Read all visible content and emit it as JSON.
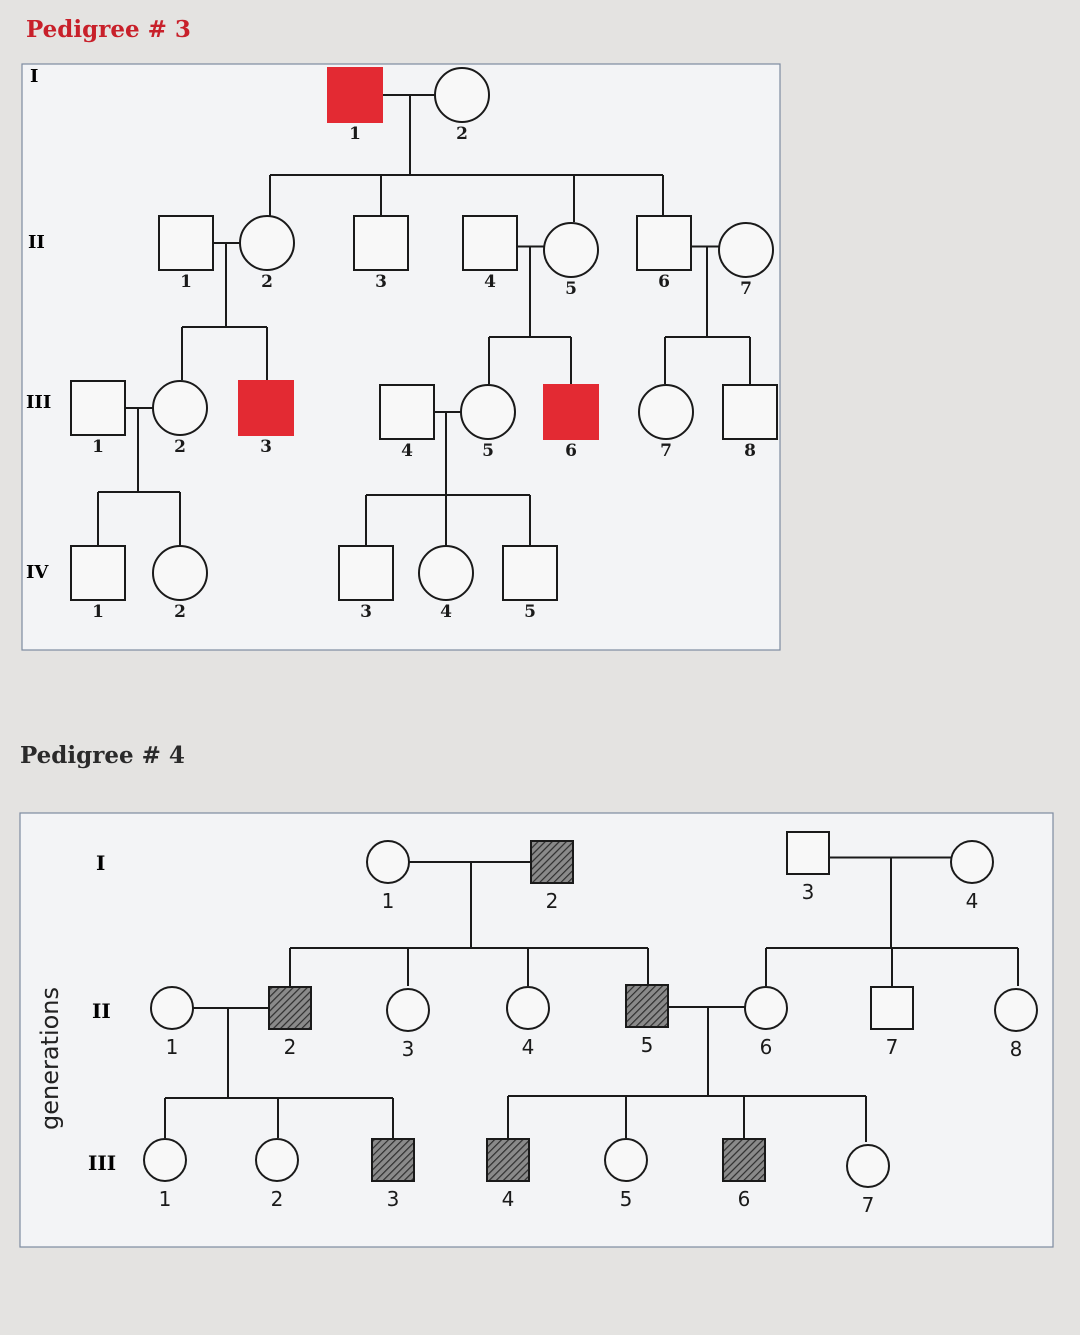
{
  "titles": {
    "pedigree3": "Pedigree # 3",
    "pedigree4": "Pedigree # 4"
  },
  "colors": {
    "affected3": "#e32a33",
    "affected4": "#5a5a5a",
    "line": "#1a1a1a",
    "title3": "#c8202a"
  },
  "pedigree3": {
    "generations": [
      "I",
      "II",
      "III",
      "IV"
    ],
    "individuals": [
      {
        "id": "I-1",
        "gen": "I",
        "num": "1",
        "sex": "male",
        "affected": true
      },
      {
        "id": "I-2",
        "gen": "I",
        "num": "2",
        "sex": "female",
        "affected": false
      },
      {
        "id": "II-1",
        "gen": "II",
        "num": "1",
        "sex": "male",
        "affected": false
      },
      {
        "id": "II-2",
        "gen": "II",
        "num": "2",
        "sex": "female",
        "affected": false
      },
      {
        "id": "II-3",
        "gen": "II",
        "num": "3",
        "sex": "male",
        "affected": false
      },
      {
        "id": "II-4",
        "gen": "II",
        "num": "4",
        "sex": "male",
        "affected": false
      },
      {
        "id": "II-5",
        "gen": "II",
        "num": "5",
        "sex": "female",
        "affected": false
      },
      {
        "id": "II-6",
        "gen": "II",
        "num": "6",
        "sex": "male",
        "affected": false
      },
      {
        "id": "II-7",
        "gen": "II",
        "num": "7",
        "sex": "female",
        "affected": false
      },
      {
        "id": "III-1",
        "gen": "III",
        "num": "1",
        "sex": "male",
        "affected": false
      },
      {
        "id": "III-2",
        "gen": "III",
        "num": "2",
        "sex": "female",
        "affected": false
      },
      {
        "id": "III-3",
        "gen": "III",
        "num": "3",
        "sex": "male",
        "affected": true
      },
      {
        "id": "III-4",
        "gen": "III",
        "num": "4",
        "sex": "male",
        "affected": false
      },
      {
        "id": "III-5",
        "gen": "III",
        "num": "5",
        "sex": "female",
        "affected": false
      },
      {
        "id": "III-6",
        "gen": "III",
        "num": "6",
        "sex": "male",
        "affected": true
      },
      {
        "id": "III-7",
        "gen": "III",
        "num": "7",
        "sex": "female",
        "affected": false
      },
      {
        "id": "III-8",
        "gen": "III",
        "num": "8",
        "sex": "male",
        "affected": false
      },
      {
        "id": "IV-1",
        "gen": "IV",
        "num": "1",
        "sex": "male",
        "affected": false
      },
      {
        "id": "IV-2",
        "gen": "IV",
        "num": "2",
        "sex": "female",
        "affected": false
      },
      {
        "id": "IV-3",
        "gen": "IV",
        "num": "3",
        "sex": "male",
        "affected": false
      },
      {
        "id": "IV-4",
        "gen": "IV",
        "num": "4",
        "sex": "female",
        "affected": false
      },
      {
        "id": "IV-5",
        "gen": "IV",
        "num": "5",
        "sex": "male",
        "affected": false
      }
    ],
    "matings": [
      {
        "partners": [
          "I-1",
          "I-2"
        ],
        "children": [
          "II-2",
          "II-3",
          "II-5",
          "II-6"
        ]
      },
      {
        "partners": [
          "II-1",
          "II-2"
        ],
        "children": [
          "III-2",
          "III-3"
        ]
      },
      {
        "partners": [
          "II-4",
          "II-5"
        ],
        "children": [
          "III-5",
          "III-6"
        ]
      },
      {
        "partners": [
          "II-6",
          "II-7"
        ],
        "children": [
          "III-7",
          "III-8"
        ]
      },
      {
        "partners": [
          "III-1",
          "III-2"
        ],
        "children": [
          "IV-1",
          "IV-2"
        ]
      },
      {
        "partners": [
          "III-4",
          "III-5"
        ],
        "children": [
          "IV-3",
          "IV-4",
          "IV-5"
        ]
      }
    ]
  },
  "pedigree4": {
    "side_label": "generations",
    "generations": [
      "I",
      "II",
      "III"
    ],
    "individuals": [
      {
        "id": "I-1",
        "gen": "I",
        "num": "1",
        "sex": "female",
        "affected": false
      },
      {
        "id": "I-2",
        "gen": "I",
        "num": "2",
        "sex": "male",
        "affected": true
      },
      {
        "id": "I-3",
        "gen": "I",
        "num": "3",
        "sex": "male",
        "affected": false
      },
      {
        "id": "I-4",
        "gen": "I",
        "num": "4",
        "sex": "female",
        "affected": false
      },
      {
        "id": "II-1",
        "gen": "II",
        "num": "1",
        "sex": "female",
        "affected": false
      },
      {
        "id": "II-2",
        "gen": "II",
        "num": "2",
        "sex": "male",
        "affected": true
      },
      {
        "id": "II-3",
        "gen": "II",
        "num": "3",
        "sex": "female",
        "affected": false
      },
      {
        "id": "II-4",
        "gen": "II",
        "num": "4",
        "sex": "female",
        "affected": false
      },
      {
        "id": "II-5",
        "gen": "II",
        "num": "5",
        "sex": "male",
        "affected": true
      },
      {
        "id": "II-6",
        "gen": "II",
        "num": "6",
        "sex": "female",
        "affected": false
      },
      {
        "id": "II-7",
        "gen": "II",
        "num": "7",
        "sex": "male",
        "affected": false
      },
      {
        "id": "II-8",
        "gen": "II",
        "num": "8",
        "sex": "female",
        "affected": false
      },
      {
        "id": "III-1",
        "gen": "III",
        "num": "1",
        "sex": "female",
        "affected": false
      },
      {
        "id": "III-2",
        "gen": "III",
        "num": "2",
        "sex": "female",
        "affected": false
      },
      {
        "id": "III-3",
        "gen": "III",
        "num": "3",
        "sex": "male",
        "affected": true
      },
      {
        "id": "III-4",
        "gen": "III",
        "num": "4",
        "sex": "male",
        "affected": true
      },
      {
        "id": "III-5",
        "gen": "III",
        "num": "5",
        "sex": "female",
        "affected": false
      },
      {
        "id": "III-6",
        "gen": "III",
        "num": "6",
        "sex": "male",
        "affected": true
      },
      {
        "id": "III-7",
        "gen": "III",
        "num": "7",
        "sex": "female",
        "affected": false
      }
    ],
    "matings": [
      {
        "partners": [
          "I-1",
          "I-2"
        ],
        "children": [
          "II-2",
          "II-3",
          "II-4",
          "II-5"
        ]
      },
      {
        "partners": [
          "I-3",
          "I-4"
        ],
        "children": [
          "II-6",
          "II-7",
          "II-8"
        ]
      },
      {
        "partners": [
          "II-1",
          "II-2"
        ],
        "children": [
          "III-1",
          "III-2",
          "III-3"
        ]
      },
      {
        "partners": [
          "II-5",
          "II-6"
        ],
        "children": [
          "III-4",
          "III-5",
          "III-6",
          "III-7"
        ]
      }
    ]
  }
}
